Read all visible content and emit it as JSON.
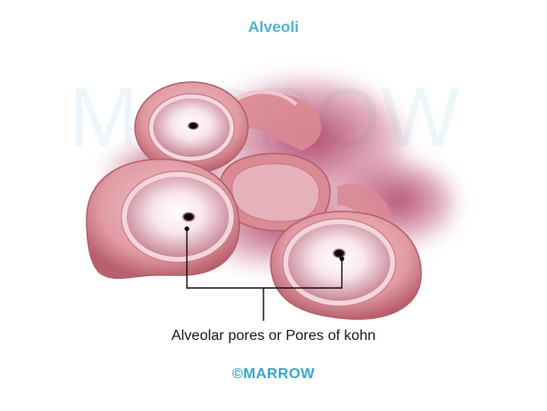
{
  "title": "Alveoli",
  "watermark": "MARROW",
  "label": "Alveolar pores or Pores of kohn",
  "footer": "©MARROW",
  "colors": {
    "title": "#4fb3d1",
    "wall": "#d98a93",
    "wall_dark": "#c06a76",
    "lumen": "#f4dbe3",
    "tissue": "#b73c6a",
    "pore": "#1a1a1a"
  }
}
